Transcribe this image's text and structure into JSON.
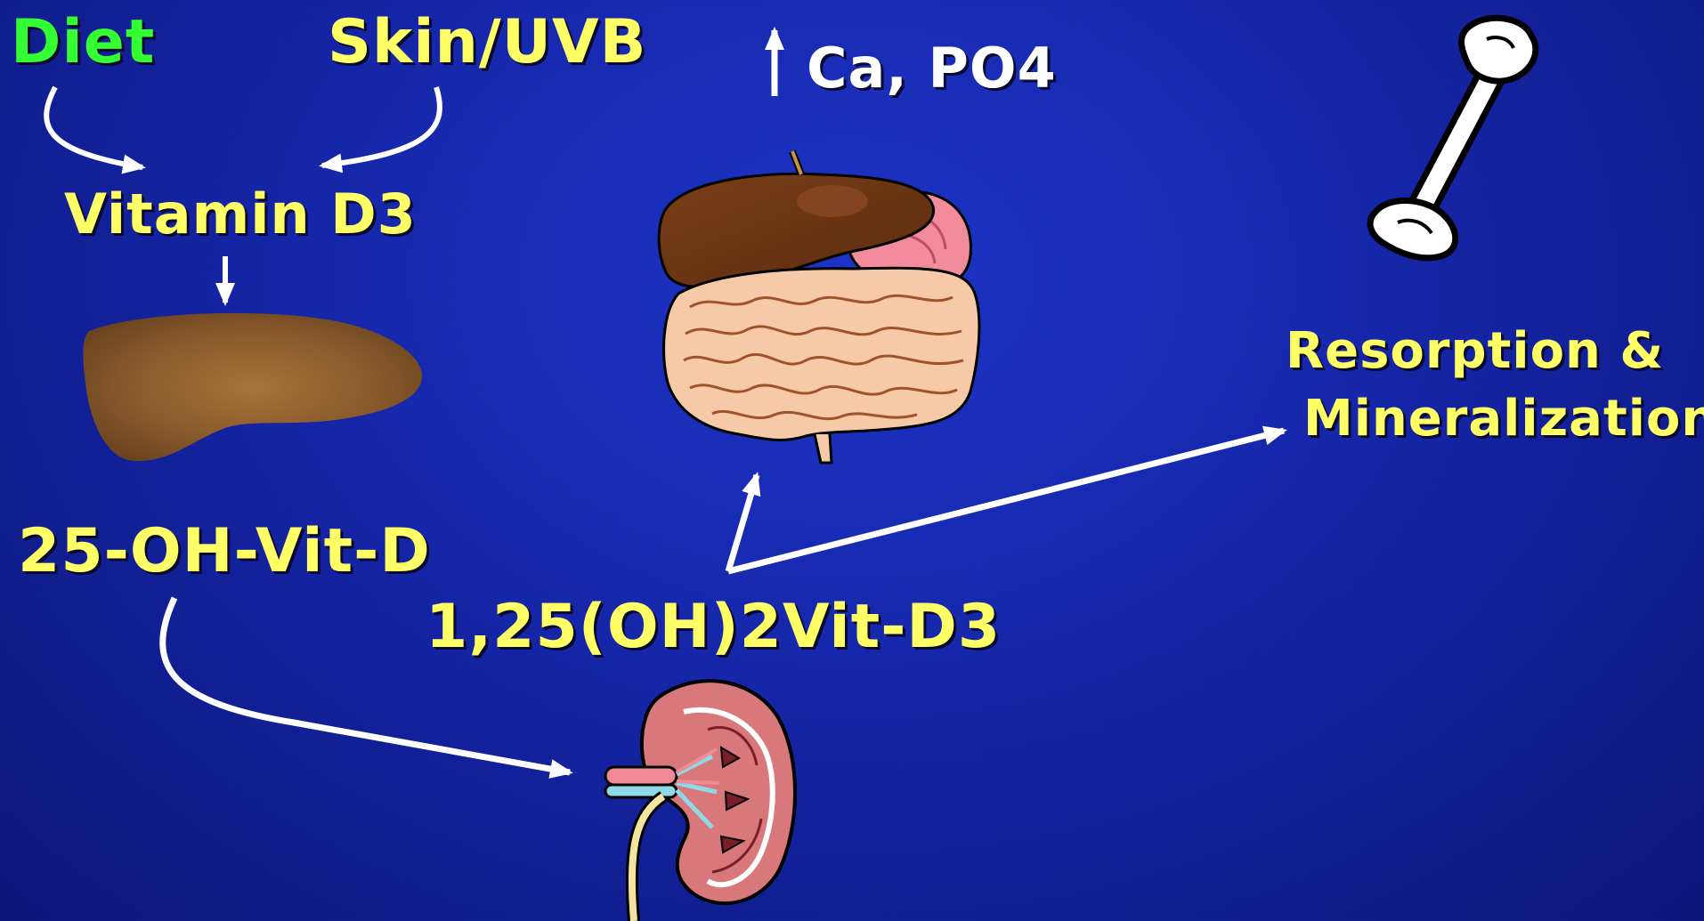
{
  "labels": {
    "diet": "Diet",
    "skin_uvb": "Skin/UVB",
    "ca_po4": "Ca, PO4",
    "vitamin_d3": "Vitamin D3",
    "hydroxy_25": "25-OH-Vit-D",
    "dihydroxy": "1,25(OH)2Vit-D3",
    "resorption": "Resorption  &",
    "mineralization": "Mineralization"
  },
  "colors": {
    "diet": "#33ff33",
    "yellow": "#ffff66",
    "white": "#ffffff",
    "arrow": "#ffffff"
  },
  "icons": [
    "liver-icon",
    "digestive-tract-icon",
    "bone-icon",
    "kidney-icon"
  ]
}
